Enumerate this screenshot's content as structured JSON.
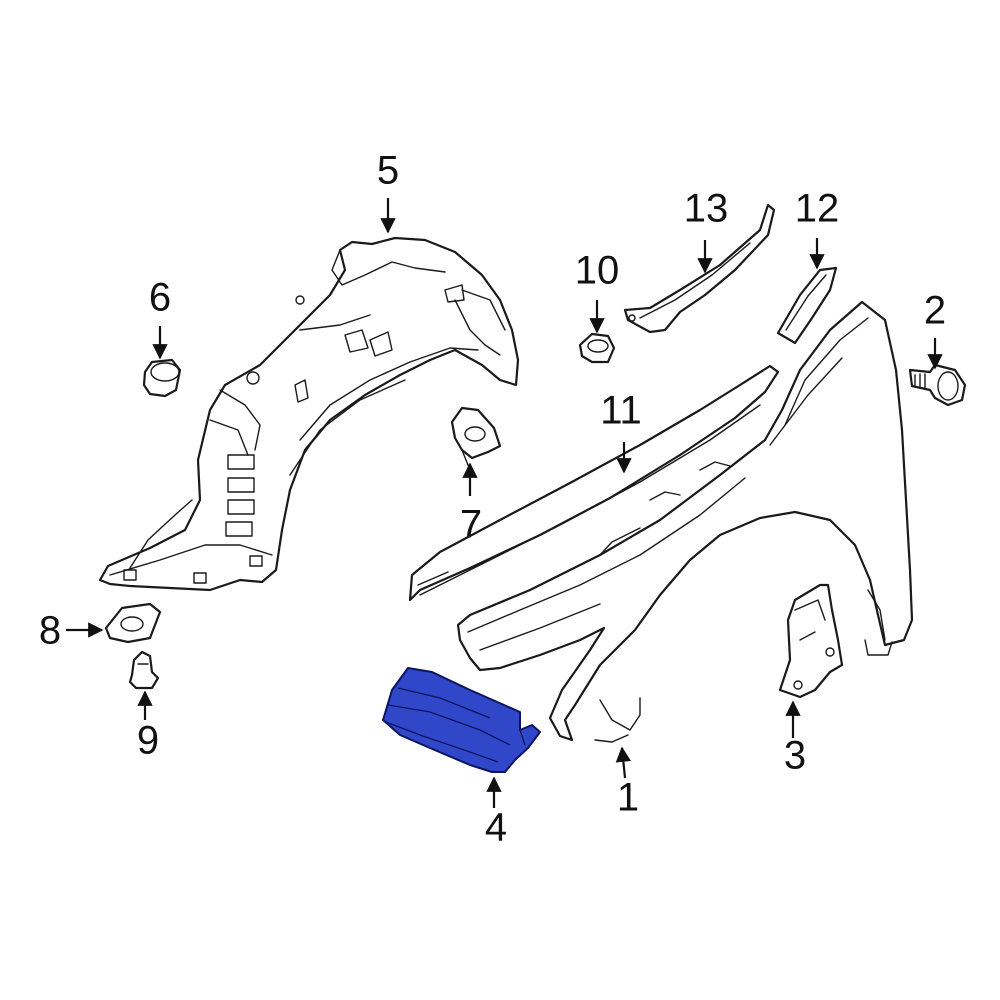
{
  "highlight_color": "#2f47c8",
  "callouts": [
    "1",
    "2",
    "3",
    "4",
    "5",
    "6",
    "7",
    "8",
    "9",
    "10",
    "11",
    "12",
    "13"
  ]
}
